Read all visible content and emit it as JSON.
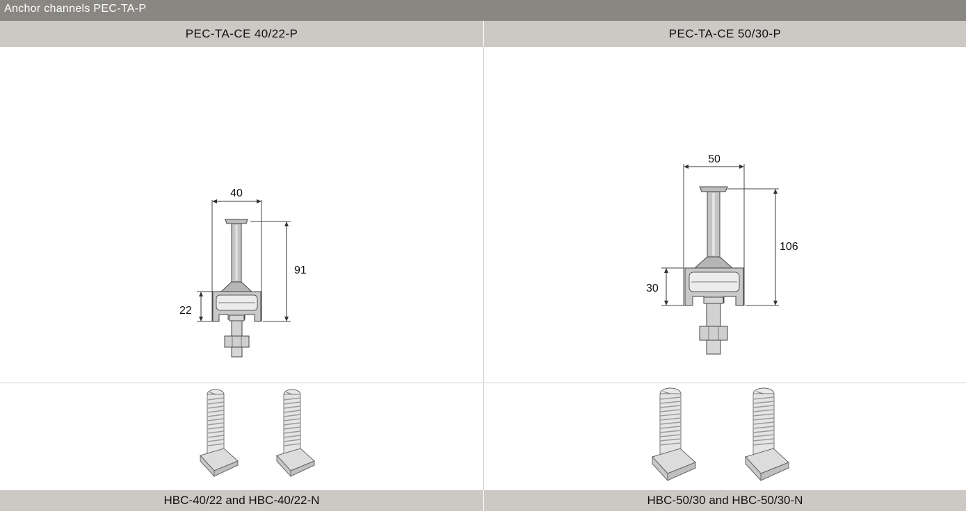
{
  "header": {
    "title": "Anchor channels PEC-TA-P"
  },
  "columns": [
    {
      "product": "PEC-TA-CE 40/22-P",
      "dimensions": {
        "width": "40",
        "height": "91",
        "channel_height": "22"
      },
      "bolts_caption": "HBC-40/22 and HBC-40/22-N"
    },
    {
      "product": "PEC-TA-CE 50/30-P",
      "dimensions": {
        "width": "50",
        "height": "106",
        "channel_height": "30"
      },
      "bolts_caption": "HBC-50/30 and HBC-50/30-N"
    }
  ],
  "colors": {
    "title_bar": "#898782",
    "header_row": "#ccc9c5",
    "divider": "#d0cdc9"
  }
}
